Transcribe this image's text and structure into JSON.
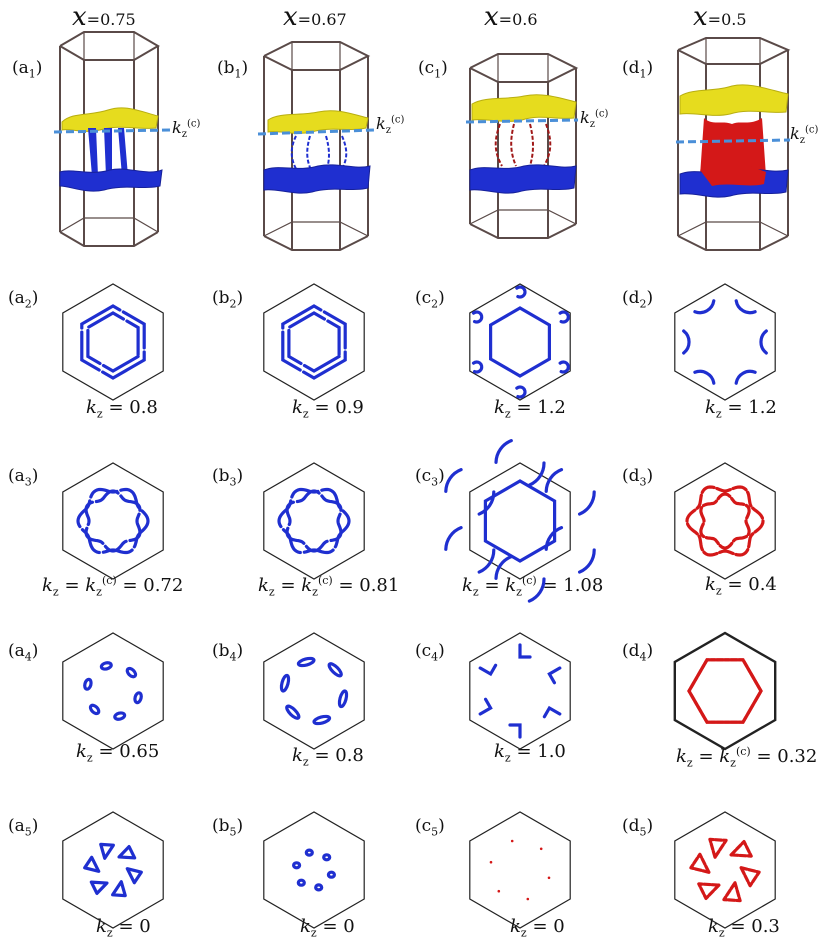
{
  "columns": [
    {
      "x_var": "x",
      "x_eq": "=0.75"
    },
    {
      "x_var": "x",
      "x_eq": "=0.67"
    },
    {
      "x_var": "x",
      "x_eq": "=0.6"
    },
    {
      "x_var": "x",
      "x_eq": "=0.5"
    }
  ],
  "panel_labels": {
    "row1": [
      {
        "l": "a",
        "s": "1"
      },
      {
        "l": "b",
        "s": "1"
      },
      {
        "l": "c",
        "s": "1"
      },
      {
        "l": "d",
        "s": "1"
      }
    ],
    "row2": [
      {
        "l": "a",
        "s": "2"
      },
      {
        "l": "b",
        "s": "2"
      },
      {
        "l": "c",
        "s": "2"
      },
      {
        "l": "d",
        "s": "2"
      }
    ],
    "row3": [
      {
        "l": "a",
        "s": "3"
      },
      {
        "l": "b",
        "s": "3"
      },
      {
        "l": "c",
        "s": "3"
      },
      {
        "l": "d",
        "s": "3"
      }
    ],
    "row4": [
      {
        "l": "a",
        "s": "4"
      },
      {
        "l": "b",
        "s": "4"
      },
      {
        "l": "c",
        "s": "4"
      },
      {
        "l": "d",
        "s": "4"
      }
    ],
    "row5": [
      {
        "l": "a",
        "s": "5"
      },
      {
        "l": "b",
        "s": "5"
      },
      {
        "l": "c",
        "s": "5"
      },
      {
        "l": "d",
        "s": "5"
      }
    ]
  },
  "kz_critical_label": {
    "k": "k",
    "sub": "z",
    "sup": "(c)"
  },
  "captions": {
    "row2": [
      {
        "pre": "",
        "val": "= 0.8",
        "crit": false
      },
      {
        "pre": "",
        "val": "= 0.9",
        "crit": false
      },
      {
        "pre": "",
        "val": "= 1.2",
        "crit": false
      },
      {
        "pre": "",
        "val": "= 1.2",
        "crit": false
      }
    ],
    "row3": [
      {
        "val": "= 0.72",
        "crit": true
      },
      {
        "val": "= 0.81",
        "crit": true
      },
      {
        "val": "= 1.08",
        "crit": true
      },
      {
        "val": "= 0.4",
        "crit": false
      }
    ],
    "row4": [
      {
        "val": "= 0.65",
        "crit": false
      },
      {
        "val": "= 0.8",
        "crit": false
      },
      {
        "val": "= 1.0",
        "crit": false
      },
      {
        "val": "= 0.32",
        "crit": true
      }
    ],
    "row5": [
      {
        "val": "= 0",
        "crit": false
      },
      {
        "val": "= 0",
        "crit": false
      },
      {
        "val": "= 0",
        "crit": false
      },
      {
        "val": "= 0.3",
        "crit": false
      }
    ]
  },
  "caption_symbol": {
    "k": "k",
    "sub": "z"
  },
  "colors": {
    "blue": "#1f2fd0",
    "red": "#d41818",
    "yellow": "#e6dc1e",
    "frame": "#5a4a48",
    "dash": "#4a8fd8"
  }
}
